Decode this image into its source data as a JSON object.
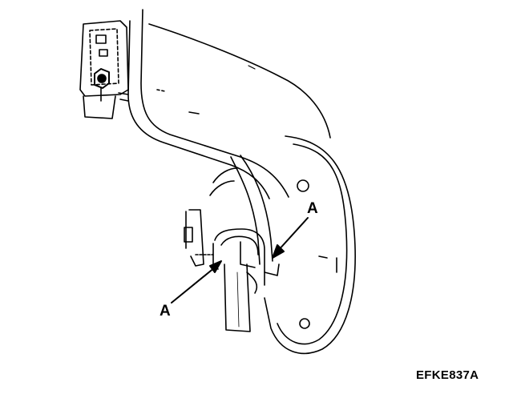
{
  "diagram": {
    "callout_upper": "A",
    "callout_lower": "A",
    "figure_code": "EFKE837A"
  },
  "colors": {
    "ink": "#000000",
    "paper": "#ffffff"
  }
}
